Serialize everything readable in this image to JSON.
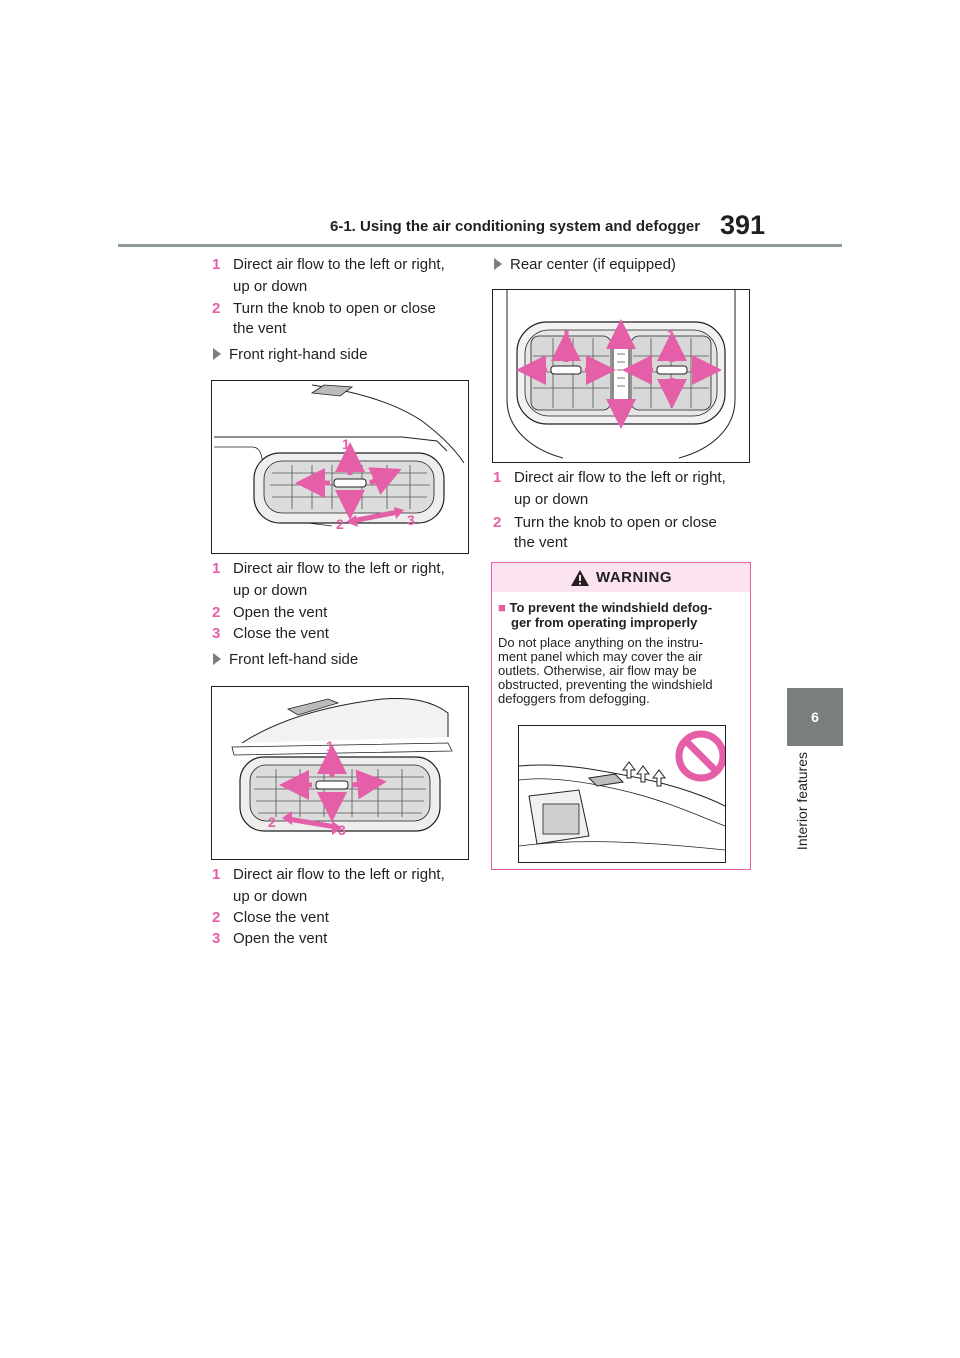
{
  "header": {
    "title": "6-1. Using the air conditioning system and defogger",
    "page_number": "391"
  },
  "side_tab": {
    "number": "6",
    "label": "Interior features"
  },
  "intro_items": [
    {
      "num": "1",
      "lines": [
        "Direct air flow to the left or right,",
        "up or down"
      ]
    },
    {
      "num": "2",
      "lines": [
        "Turn the knob to open or close",
        "the vent"
      ]
    }
  ],
  "front_right": {
    "heading": "Front right-hand side",
    "callouts": [
      "1",
      "2",
      "3"
    ],
    "items": [
      {
        "num": "1",
        "lines": [
          "Direct air flow to the left or right,",
          "up or down"
        ]
      },
      {
        "num": "2",
        "lines": [
          "Open the vent"
        ]
      },
      {
        "num": "3",
        "lines": [
          "Close the vent"
        ]
      }
    ]
  },
  "front_left": {
    "heading": "Front left-hand side",
    "callouts": [
      "1",
      "2",
      "3"
    ],
    "items": [
      {
        "num": "1",
        "lines": [
          "Direct air flow to the left or right,",
          "up or down"
        ]
      },
      {
        "num": "2",
        "lines": [
          "Close the vent"
        ]
      },
      {
        "num": "3",
        "lines": [
          "Open the vent"
        ]
      }
    ]
  },
  "rear_center": {
    "heading": "Rear center (if equipped)",
    "callouts": [
      "1",
      "2",
      "1"
    ],
    "items": [
      {
        "num": "1",
        "lines": [
          "Direct air flow to the left or right,",
          "up or down"
        ]
      },
      {
        "num": "2",
        "lines": [
          "Turn the knob to open or close",
          "the vent"
        ]
      }
    ]
  },
  "warning": {
    "title": "WARNING",
    "subheading_lines": [
      "To prevent the windshield defog-",
      "ger from operating improperly"
    ],
    "body_lines": [
      "Do not place anything on the instru-",
      "ment panel which may cover the air",
      "outlets. Otherwise, air flow may be",
      "obstructed, preventing the windshield",
      "defoggers from defogging."
    ]
  },
  "colors": {
    "accent": "#e45fa7",
    "rule": "#8f9a9a",
    "tab": "#7a7f7e",
    "warning_bg": "#fbe3ef"
  }
}
